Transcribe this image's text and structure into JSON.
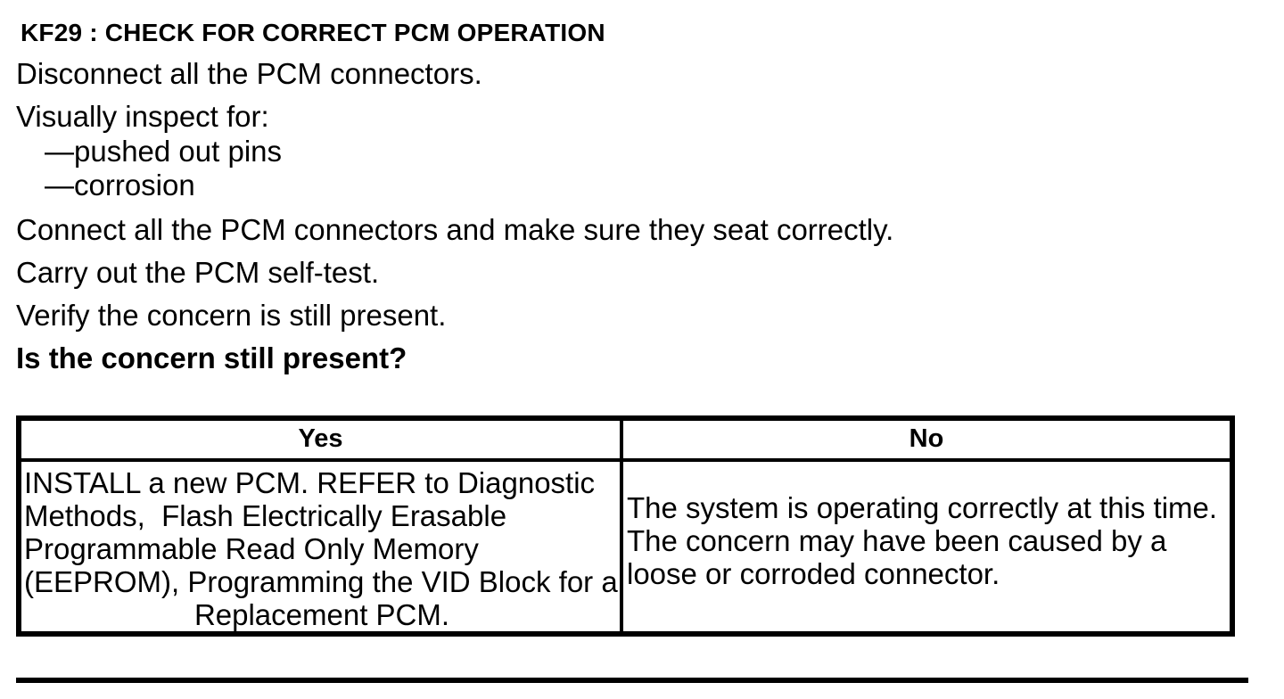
{
  "title": "KF29 : CHECK FOR CORRECT PCM OPERATION",
  "steps": [
    {
      "type": "paragraph",
      "text": "Disconnect all the PCM connectors."
    },
    {
      "type": "paragraph",
      "text": "Visually inspect for:"
    },
    {
      "type": "dash-item",
      "text": "—pushed out pins"
    },
    {
      "type": "dash-item",
      "text": "—corrosion"
    },
    {
      "type": "paragraph",
      "text": "Connect all the PCM connectors and make sure they seat correctly."
    },
    {
      "type": "paragraph",
      "text": "Carry out the PCM self-test."
    },
    {
      "type": "paragraph",
      "text": "Verify the concern is still present."
    },
    {
      "type": "question",
      "text": "Is the concern still present?"
    }
  ],
  "decision_table": {
    "headers": {
      "yes": "Yes",
      "no": "No"
    },
    "yes_cell": {
      "lines": [
        "INSTALL a new PCM. REFER to Diagnostic",
        "Methods,  Flash Electrically Erasable",
        "Programmable Read Only Memory",
        "(EEPROM), Programming the VID Block for a"
      ],
      "last_line_centered": "Replacement PCM."
    },
    "no_cell": {
      "lines": [
        "The system is operating correctly at this time.",
        "The concern may have been caused by a",
        "loose or corroded connector."
      ]
    }
  },
  "colors": {
    "text": "#000000",
    "background": "#ffffff",
    "border": "#000000"
  }
}
